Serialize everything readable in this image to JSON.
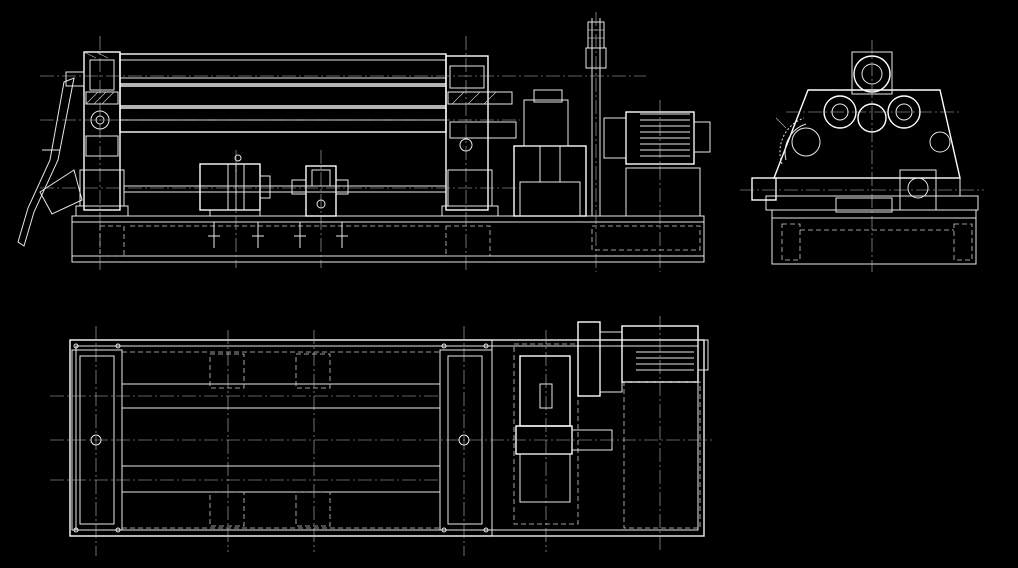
{
  "drawing": {
    "subject": "",
    "colors": {
      "background": "#000000",
      "line": "#e8e8e8"
    },
    "views": [
      {
        "key": "front",
        "name": "front-elevation-view"
      },
      {
        "key": "side",
        "name": "side-elevation-view"
      },
      {
        "key": "top",
        "name": "plan-view"
      }
    ]
  }
}
